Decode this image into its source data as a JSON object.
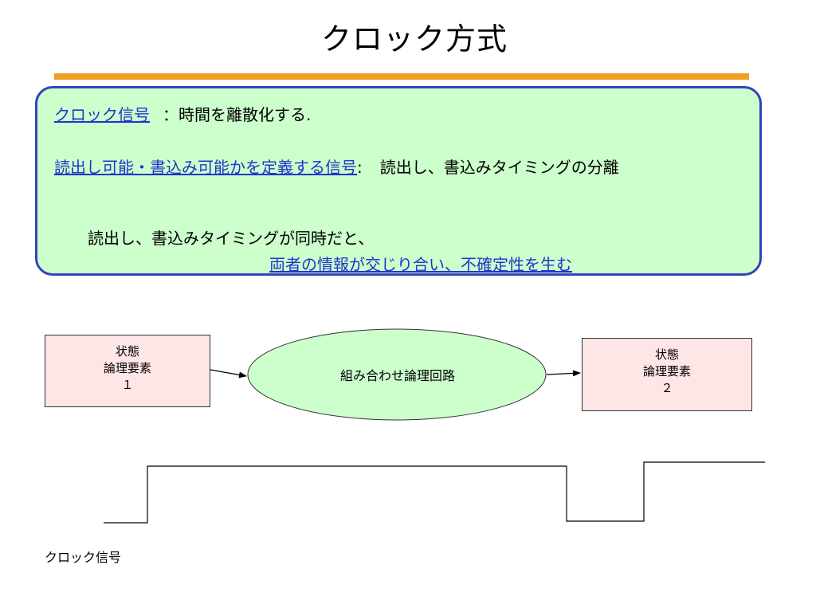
{
  "title": "クロック方式",
  "colors": {
    "title_rule": "#f0a020",
    "box_fill": "#ccffcc",
    "box_border": "#3344bb",
    "link_text": "#2233cc",
    "state_fill": "#ffe6e6",
    "ellipse_fill": "#ccffcc"
  },
  "info": {
    "clock_signal_term": "クロック信号",
    "clock_signal_desc": "：時間を離散化する.",
    "rw_signal_term": "読出し可能・書込み可能かを定義する信号",
    "rw_signal_colon": ":",
    "rw_signal_desc": "読出し、書込みタイミングの分離",
    "note_line1": "読出し、書込みタイミングが同時だと、",
    "note_line2": "両者の情報が交じり合い、不確定性を生む"
  },
  "diagram": {
    "state_element_1": [
      "状態",
      "論理要素",
      "１"
    ],
    "combinational_logic": "組み合わせ論理回路",
    "state_element_2": [
      "状態",
      "論理要素",
      "２"
    ]
  },
  "clock": {
    "label": "クロック信号"
  }
}
